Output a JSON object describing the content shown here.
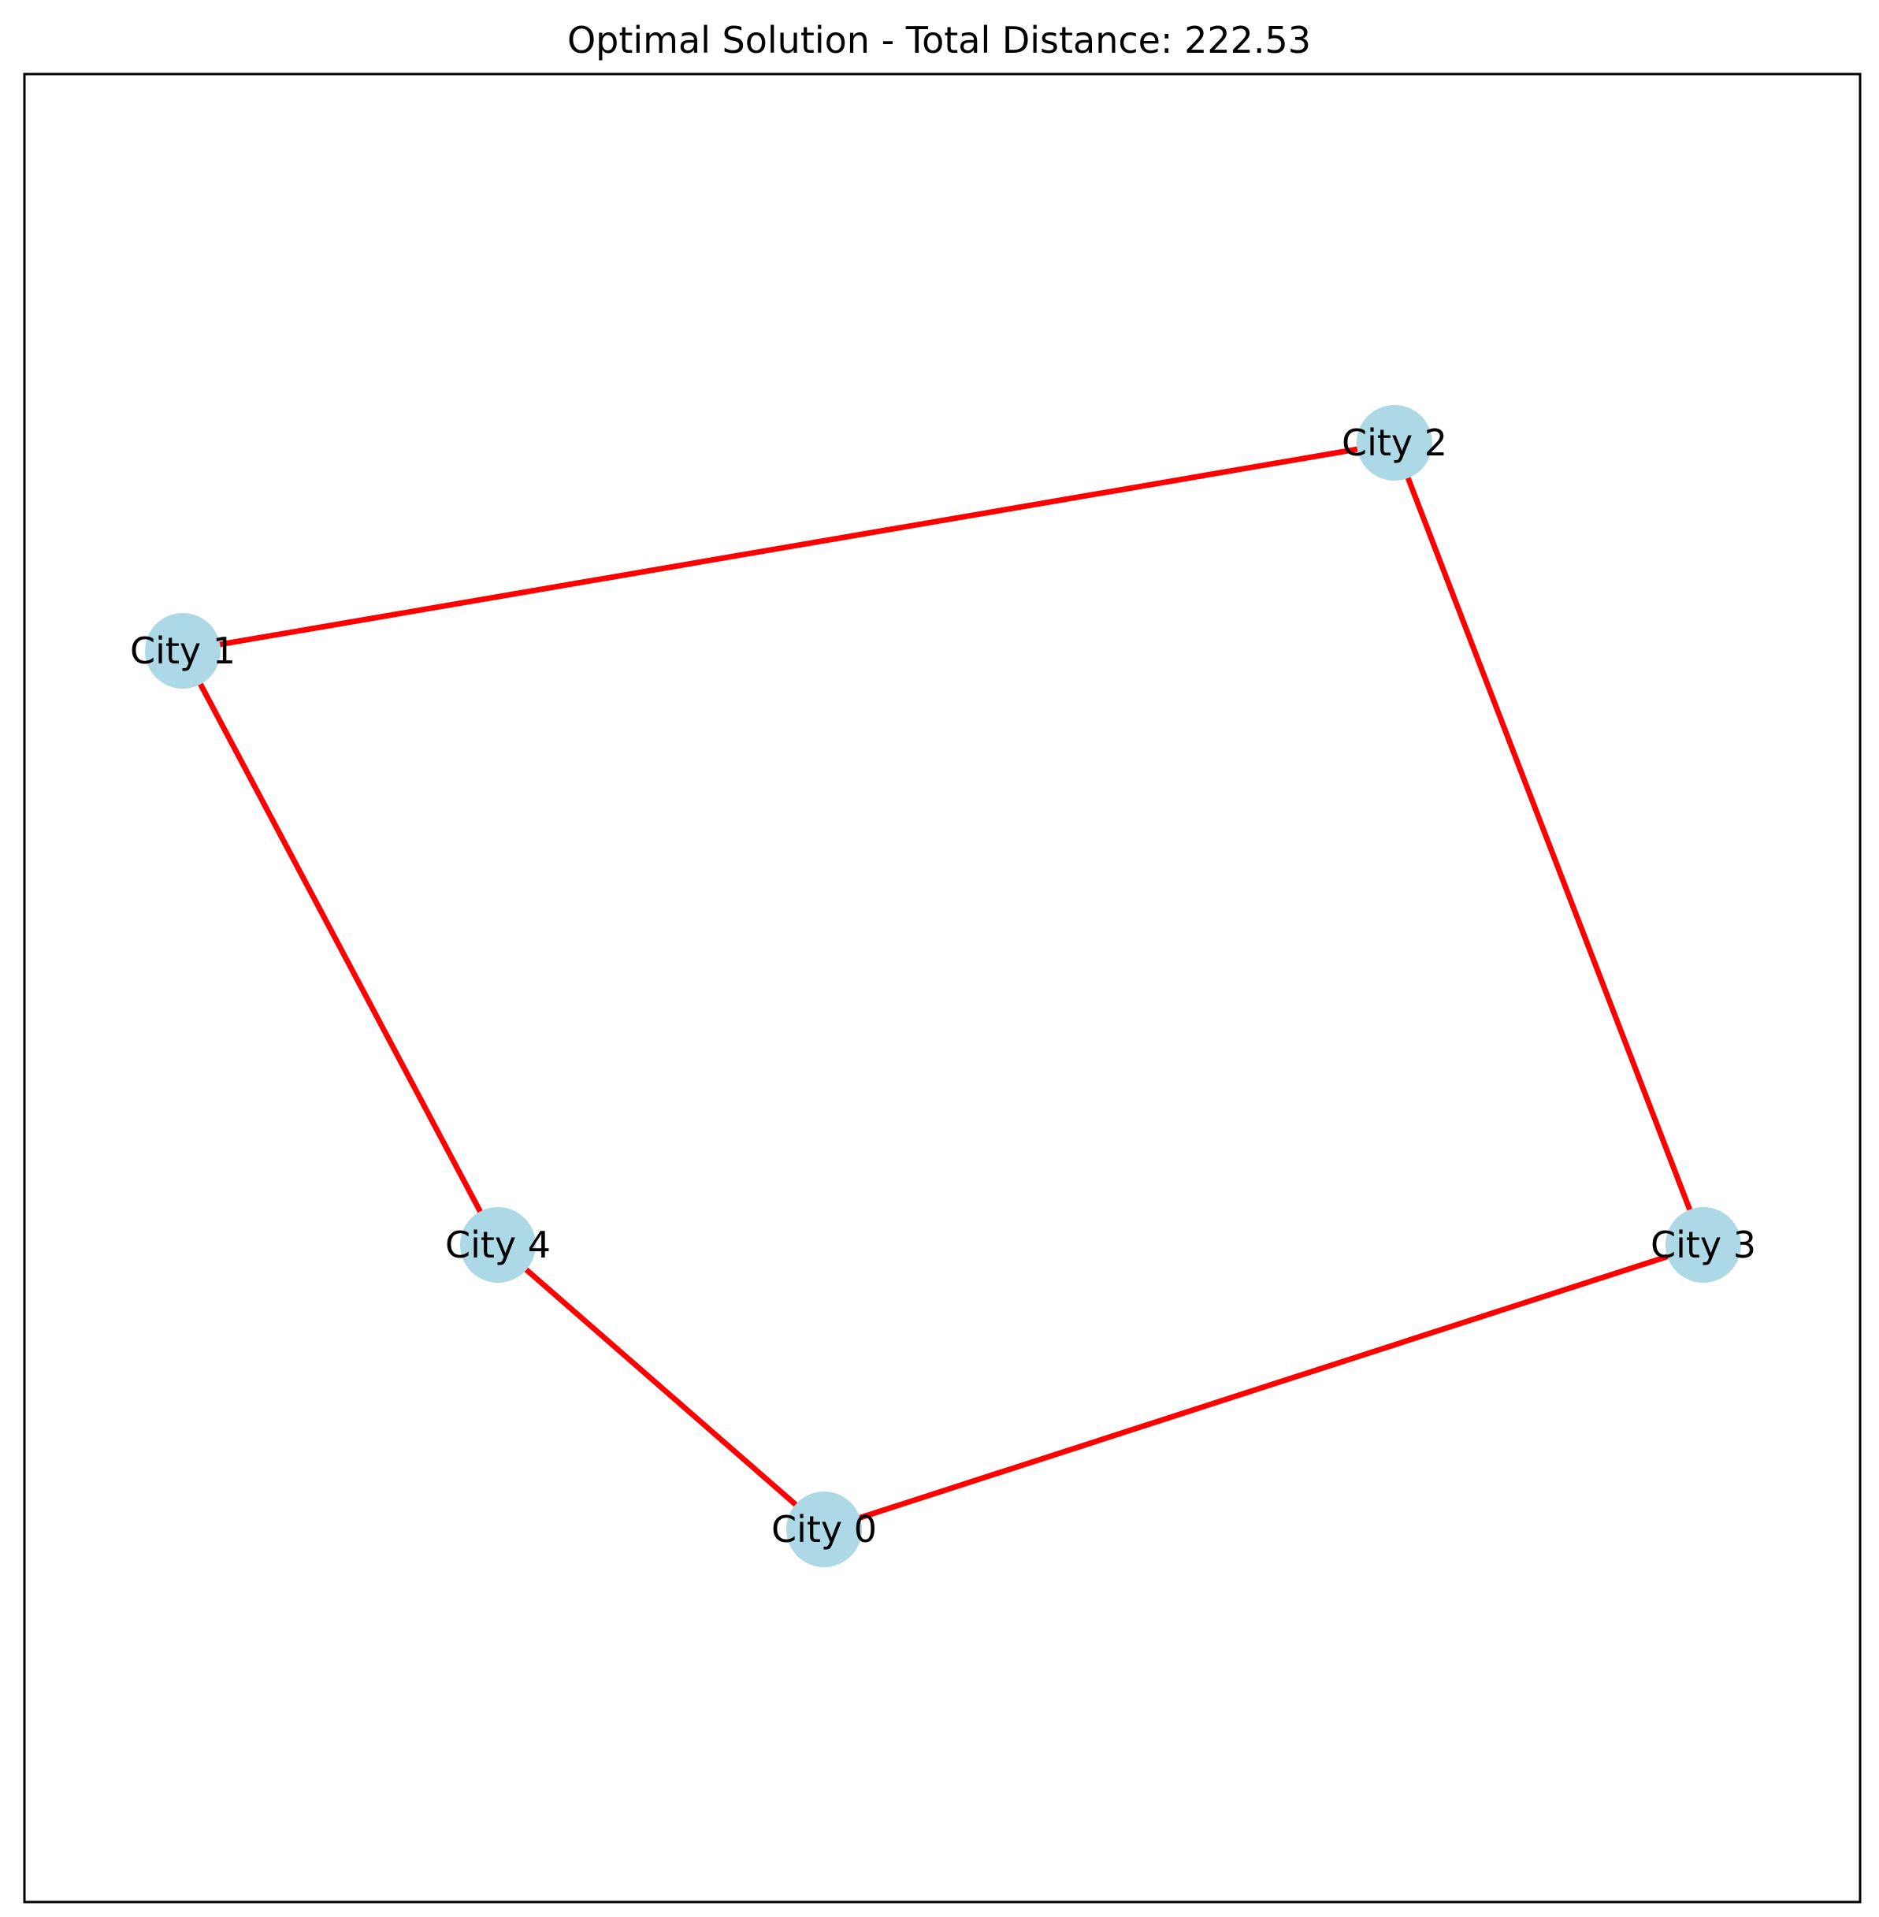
{
  "title": "Optimal Solution - Total Distance: 222.53",
  "colors": {
    "edge": "#ff0000",
    "node": "#add8e6",
    "frame": "#000000",
    "text": "#000000"
  },
  "nodes": [
    {
      "id": 0,
      "label": "City 0"
    },
    {
      "id": 1,
      "label": "City 1"
    },
    {
      "id": 2,
      "label": "City 2"
    },
    {
      "id": 3,
      "label": "City 3"
    },
    {
      "id": 4,
      "label": "City 4"
    }
  ],
  "tour": [
    0,
    4,
    1,
    2,
    3,
    0
  ]
}
